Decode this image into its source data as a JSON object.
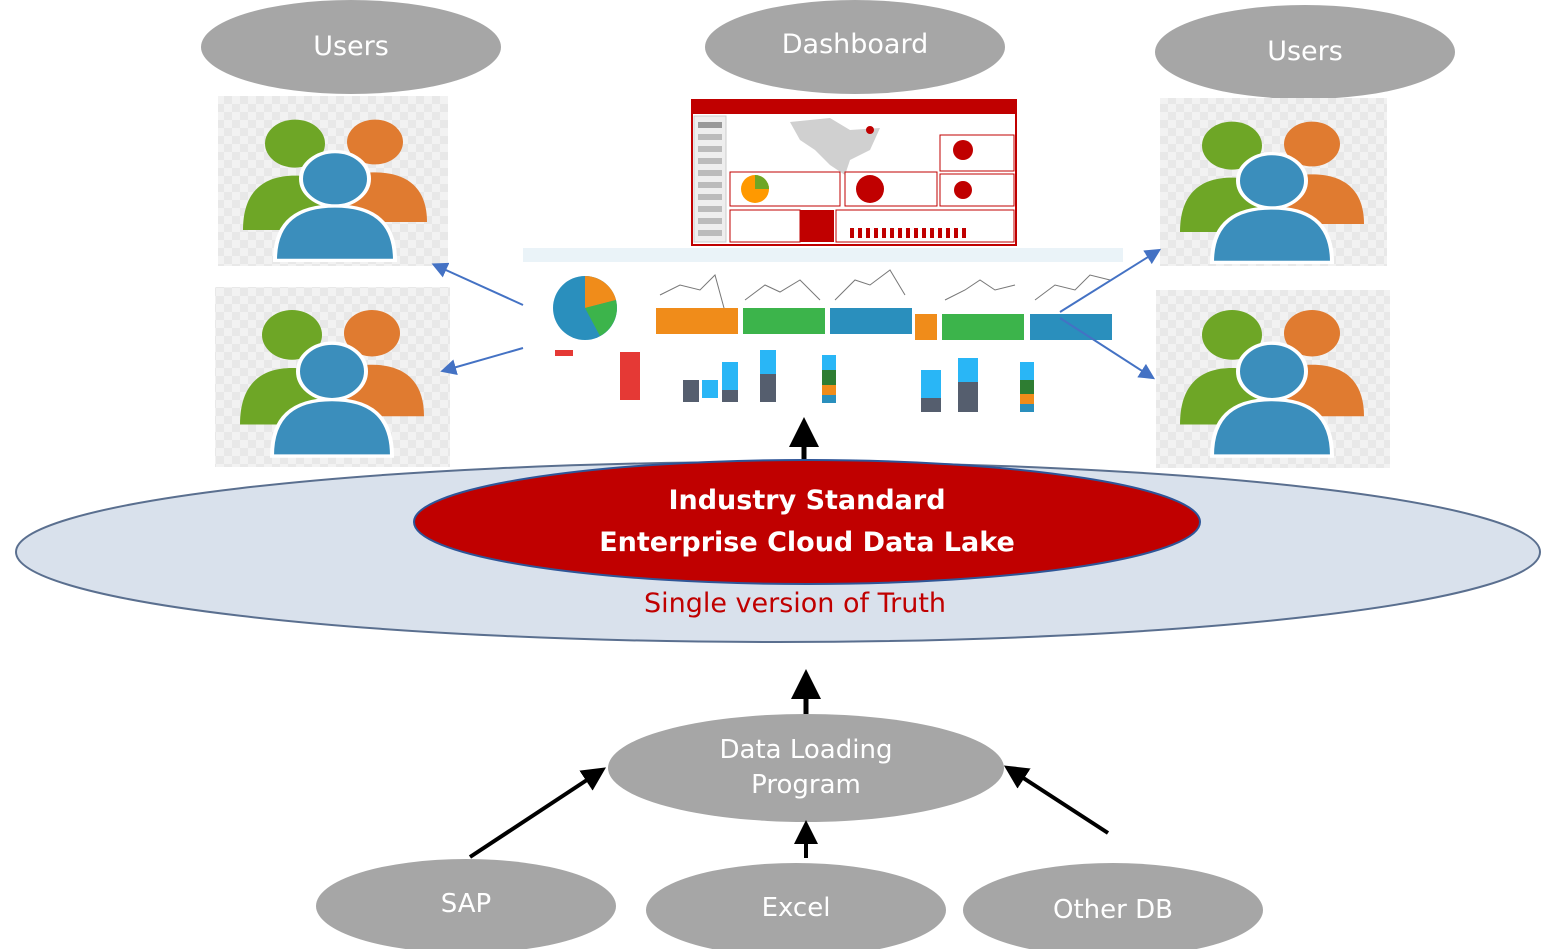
{
  "labels": {
    "users_left": "Users",
    "dashboard": "Dashboard",
    "users_right": "Users",
    "lake_line1": "Industry Standard",
    "lake_line2": "Enterprise Cloud Data Lake",
    "truth": "Single version of Truth",
    "loader_line1": "Data Loading",
    "loader_line2": "Program",
    "sources": [
      "SAP",
      "Excel",
      "Other DB"
    ]
  },
  "icons": {
    "users_group": "users-group-icon",
    "dashboard": "dashboard-screenshot"
  },
  "colors": {
    "pill_gray": "#a6a6a6",
    "lake_outer_fill": "#d9e1ec",
    "lake_outer_stroke": "#5a6f8f",
    "lake_inner_fill": "#c00000",
    "lake_inner_stroke": "#2e5597",
    "truth_text": "#c00000",
    "arrow_black": "#000000",
    "arrow_blue": "#4472c4",
    "person_green": "#6ea626",
    "person_orange": "#e07b30",
    "person_blue": "#3b8ebc",
    "checker_light": "#f2f2f2",
    "checker_dark": "#e6e6e6"
  }
}
